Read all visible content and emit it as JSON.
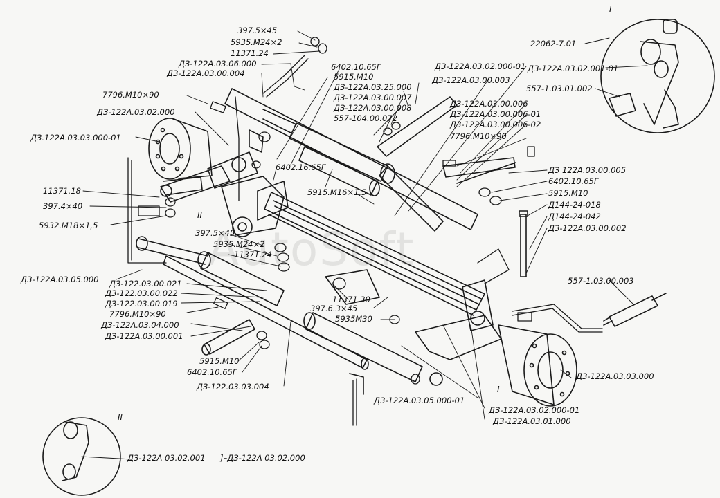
{
  "watermark": "AutoSoft",
  "view_marks": {
    "one": "I",
    "two": "II"
  },
  "labels": {
    "l1": "397.5×45",
    "l2": "5935.М24×2",
    "l3": "11371.24",
    "l4": "ДЗ-122А.03.06.000",
    "l5": "ДЗ-122А.03.00.004",
    "l6": "7796.М10×90",
    "l7": "ДЗ-122А.03.02.000",
    "l8": "ДЗ.122А.03.03.000-01",
    "l9": "6402.10.65Г",
    "l10": "5915.М10",
    "l11": "ДЗ-122А.03.25.000",
    "l12": "ДЗ-122А.03.00.007",
    "l13": "ДЗ-122А.03.00.008",
    "l14": "557-104.00.072",
    "l15": "ДЗ-122А.03.02.000-01",
    "l16": "ДЗ-122А.03.00.003",
    "l17": "ДЗ-122А.03.00.006",
    "l18": "ДЗ-122А.03.00.006-01",
    "l19": "ДЗ-122А.03.00.006-02",
    "l20": "7796.М10×90",
    "l21": "22062-7.01",
    "l22": "ДЗ-122А.03.02.001-01",
    "l23": "557-1.03.01.002",
    "l24": "ДЗ 122А.03.00.005",
    "l25": "6402.10.65Г",
    "l26": "5915.М10",
    "l27": "Д144-24-018",
    "l28": "Д144-24-042",
    "l29": "ДЗ-122А.03.00.002",
    "l30": "557-1.03.00.003",
    "l31": "6402.16.65Г",
    "l32": "5915.М16×1,5",
    "l33": "11371.18",
    "l34": "397.4×40",
    "l35": "5932.М18×1,5",
    "l36": "397.5×45",
    "l37": "5935.М24×2",
    "l38": "11371.24",
    "l39": "ДЗ-122А.03.05.000",
    "l40": "ДЗ-122.03.00.021",
    "l41": "ДЗ-122.03.00.022",
    "l42": "ДЗ-122.03.00.019",
    "l43": "7796.М10×90",
    "l44": "ДЗ-122А.03.04.000",
    "l45": "ДЗ-122А.03.00.001",
    "l46": "5915.М10",
    "l47": "6402.10.65Г",
    "l48": "ДЗ-122.03.03.004",
    "l49": "11371.30",
    "l50": "397.6.3×45",
    "l51": "5935М30",
    "l52": "ДЗ-122А.03.05.000-01",
    "l53": "ДЗ-122А.03.02.000-01",
    "l54": "ДЗ-122А.03.01.000",
    "l55": "ДЗ-122А.03.03.000",
    "l56": "ДЗ-122А 03.02.001",
    "l57": "ДЗ-122А 03.02.000"
  }
}
